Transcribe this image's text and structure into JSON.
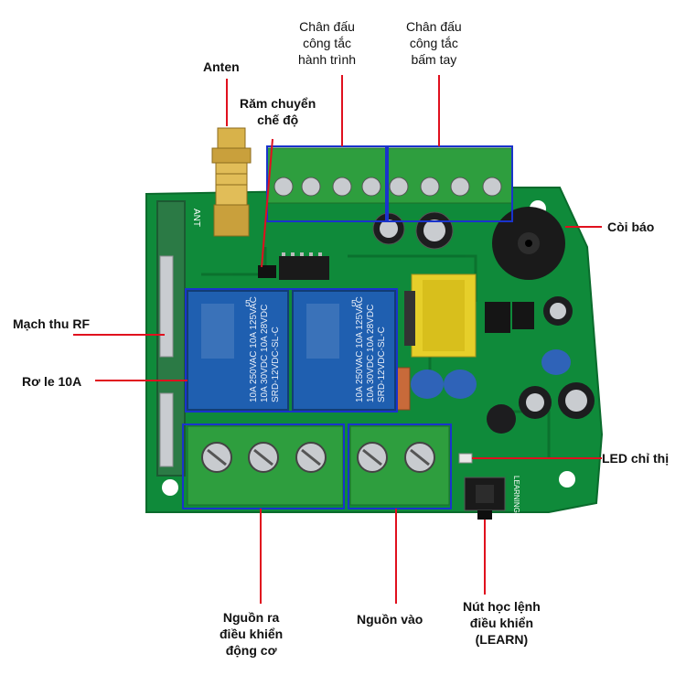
{
  "labels": {
    "antenna": [
      "Anten"
    ],
    "mode_jumper": [
      "Răm chuyển",
      "chế độ"
    ],
    "limit_switch_terminal": [
      "Chân đấu",
      "công tắc",
      "hành trình"
    ],
    "push_button_terminal": [
      "Chân đấu",
      "công tắc",
      "bấm tay"
    ],
    "buzzer": [
      "Còi báo"
    ],
    "rf_receiver": [
      "Mạch thu RF"
    ],
    "relay": [
      "Rơ le 10A"
    ],
    "led": [
      "LED chỉ thị"
    ],
    "output_power": [
      "Nguồn ra",
      "điều khiển",
      "động cơ"
    ],
    "input_power": [
      "Nguồn vào"
    ],
    "learn_button": [
      "Nút học lệnh",
      "điều khiển",
      "(LEARN)"
    ]
  },
  "board_silkscreen": {
    "ant": "ANT",
    "learning": "LEARNING",
    "relay_brand": "SRD-12VDC-SL-C",
    "relay_rating_1": "10A 250VAC  10A 125VAC",
    "relay_rating_2": "10A 30VDC  10A 28VDC",
    "relay_pin": "5"
  },
  "colors": {
    "pcb": "#0f8a3a",
    "pcb_dark": "#0a6b2c",
    "relay": "#1f5fb0",
    "terminal": "#2e9e3e",
    "highlight_box": "#1a33cc",
    "leader_line": "#e0101e"
  }
}
